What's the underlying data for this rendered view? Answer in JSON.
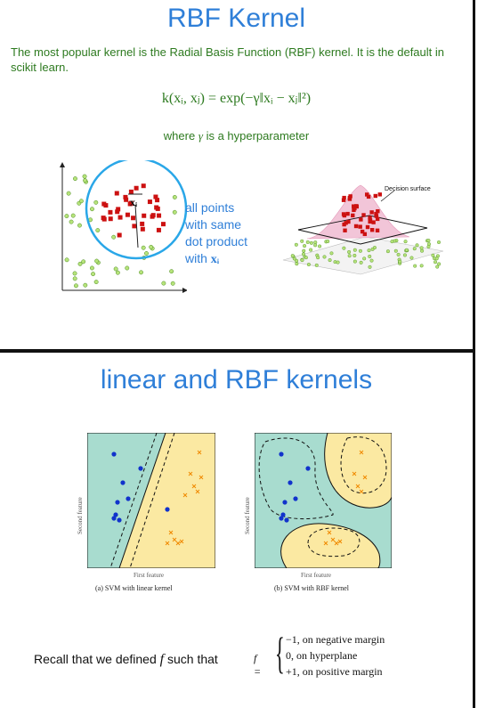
{
  "slide1": {
    "title": "RBF Kernel",
    "text": "The most popular kernel is the Radial Basis Function (RBF) kernel. It is the default in scikit learn.",
    "formula": "k(xᵢ, xⱼ) = exp(−γ‖xᵢ − xⱼ‖²)",
    "note_prefix": "where ",
    "note_symbol": "γ",
    "note_suffix": " is a hyperparameter",
    "circle_point_label": "xᵢ",
    "label_line1": "all points",
    "label_line2": "with same",
    "label_line3": "dot product",
    "label_line4_prefix": "with ",
    "label_line4_symbol": "xᵢ",
    "surface_label": "Decision surface"
  },
  "slide2": {
    "title": "linear and RBF kernels",
    "plot_a": {
      "xlabel": "First feature",
      "ylabel": "Second feature",
      "caption": "(a) SVM with linear kernel"
    },
    "plot_b": {
      "xlabel": "First feature",
      "ylabel": "Second feature",
      "caption": "(b) SVM with RBF kernel"
    },
    "recall_prefix": "Recall that we defined ",
    "recall_symbol": "f",
    "recall_suffix": " such that",
    "f_label": "f =",
    "case1": "−1, on negative margin",
    "case2": "0, on hyperplane",
    "case3": "+1, on positive margin"
  },
  "colors": {
    "title_blue": "#2f7fd8",
    "text_green": "#2d7a1f",
    "teal": "#a8dccf",
    "yellow": "#fbe9a2",
    "red": "#cc1111",
    "orange": "#f08a00",
    "dot_blue": "#1133cc"
  }
}
